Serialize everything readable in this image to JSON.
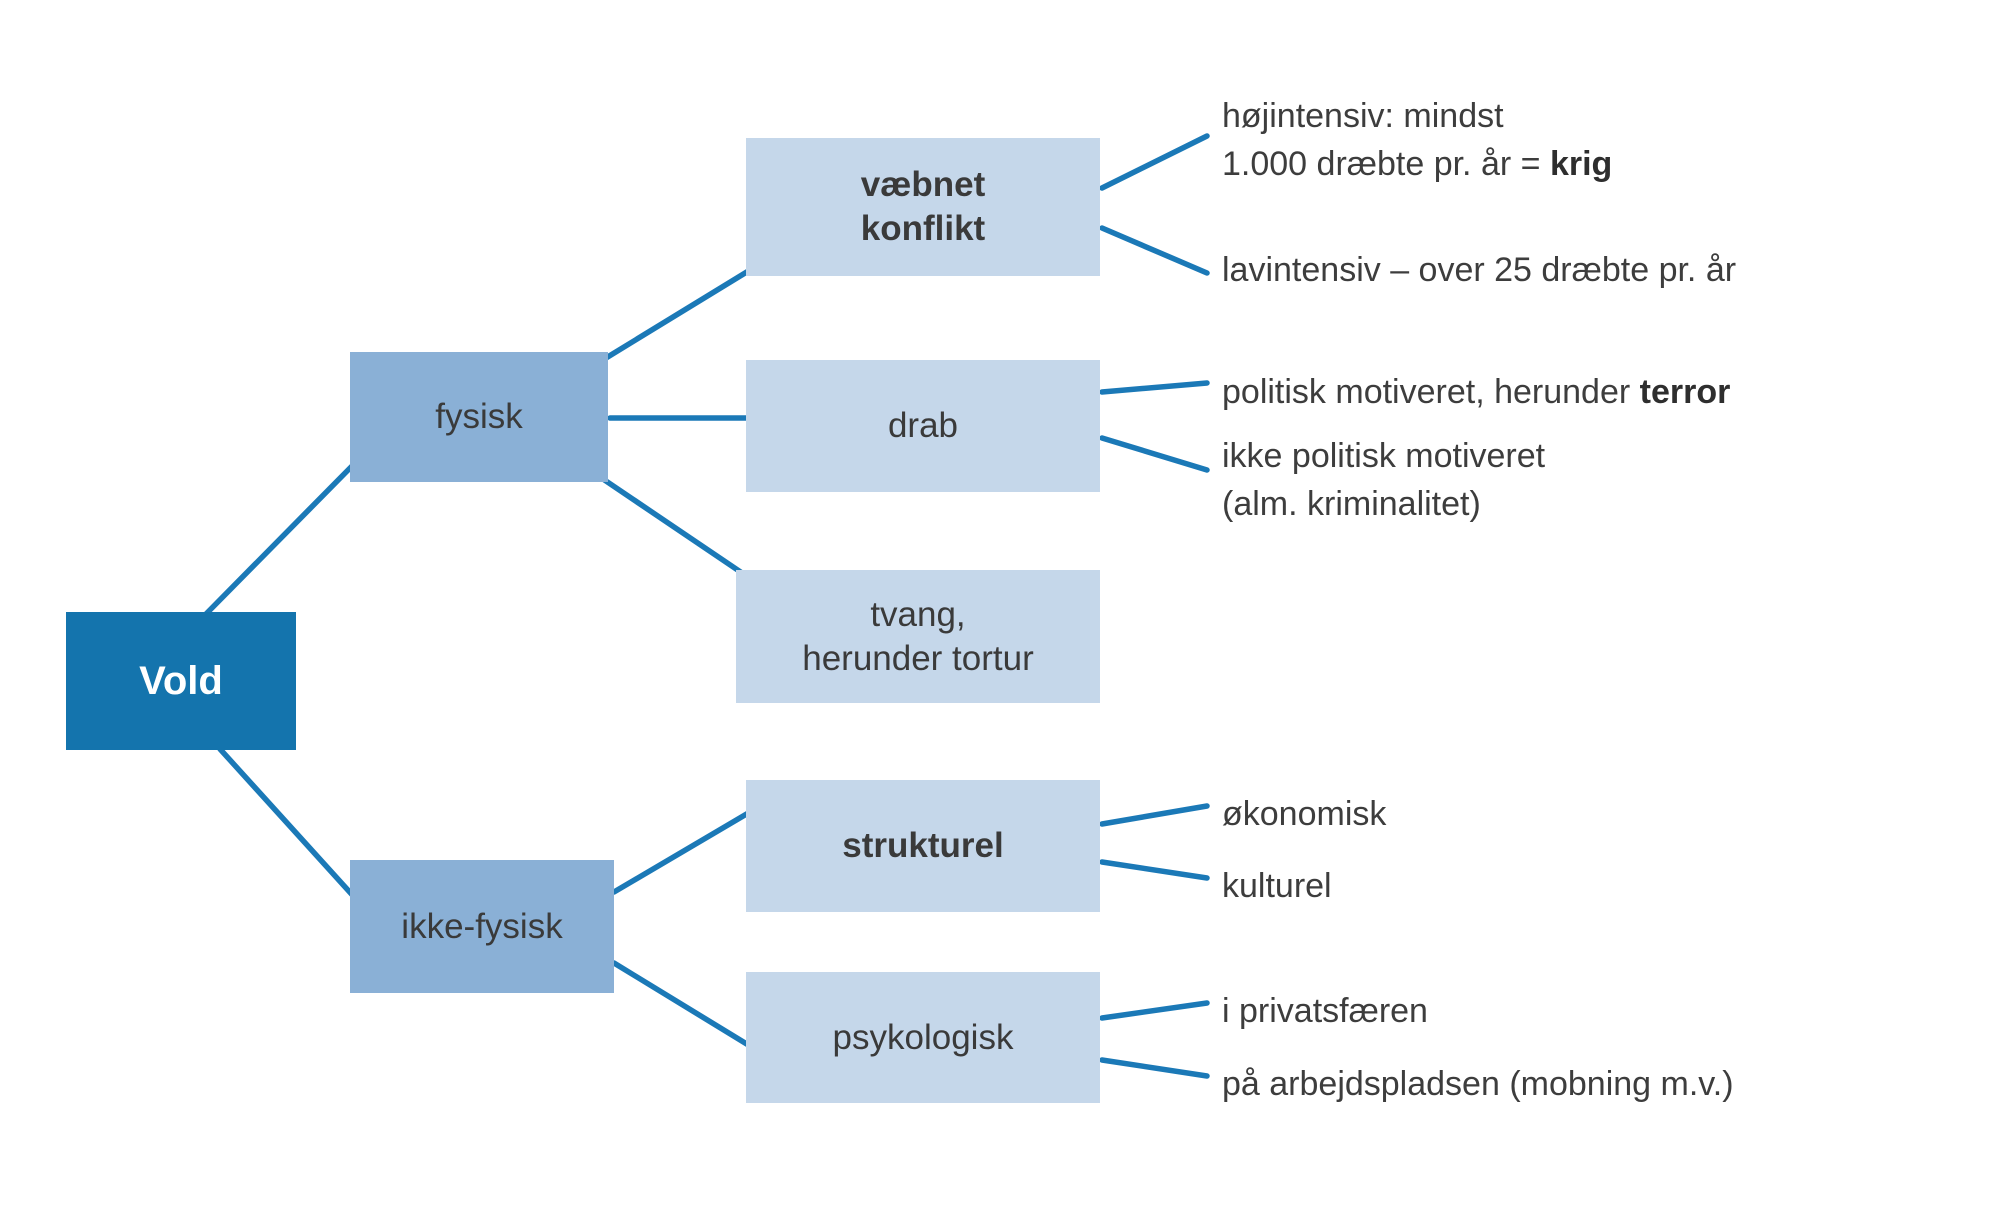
{
  "colors": {
    "root_box": "#1474ad",
    "branch_box": "#8ab0d6",
    "leaf_box": "#c5d7ea",
    "connector": "#1b79b7",
    "box_text": "#3a3a3a",
    "annotation_text": "#3d3d3d",
    "root_text": "#ffffff",
    "background": "#ffffff"
  },
  "nodes": {
    "root": {
      "label": "Vold"
    },
    "fysisk": {
      "label": "fysisk"
    },
    "ikke_fysisk": {
      "label": "ikke-fysisk"
    },
    "vaebnet_konflikt": {
      "label_line1": "væbnet",
      "label_line2": "konflikt"
    },
    "drab": {
      "label": "drab"
    },
    "tvang": {
      "label_line1": "tvang,",
      "label_line2": "herunder tortur"
    },
    "strukturel": {
      "label": "strukturel"
    },
    "psykologisk": {
      "label": "psykologisk"
    }
  },
  "annotations": {
    "hoejintensiv": {
      "line1": "højintensiv: mindst",
      "line2_regular": "1.000 dræbte pr. år = ",
      "line2_bold": "krig"
    },
    "lavintensiv": {
      "text": "lavintensiv – over 25 dræbte pr. år"
    },
    "politisk": {
      "text_regular": "politisk motiveret, herunder ",
      "text_bold": "terror"
    },
    "ikke_politisk": {
      "line1": "ikke politisk motiveret",
      "line2": "(alm. kriminalitet)"
    },
    "oekonomisk": {
      "text": "økonomisk"
    },
    "kulturel": {
      "text": "kulturel"
    },
    "privatsfaeren": {
      "text": "i privatsfæren"
    },
    "arbejdspladsen": {
      "text": "på arbejdspladsen (mobning m.v.)"
    }
  },
  "edges": [
    {
      "from": "vold",
      "to": "fysisk"
    },
    {
      "from": "vold",
      "to": "ikke_fysisk"
    },
    {
      "from": "fysisk",
      "to": "vaebnet_konflikt"
    },
    {
      "from": "fysisk",
      "to": "drab"
    },
    {
      "from": "fysisk",
      "to": "tvang"
    },
    {
      "from": "vaebnet_konflikt",
      "to": "hoejintensiv"
    },
    {
      "from": "vaebnet_konflikt",
      "to": "lavintensiv"
    },
    {
      "from": "drab",
      "to": "politisk"
    },
    {
      "from": "drab",
      "to": "ikke_politisk"
    },
    {
      "from": "ikke_fysisk",
      "to": "strukturel"
    },
    {
      "from": "ikke_fysisk",
      "to": "psykologisk"
    },
    {
      "from": "strukturel",
      "to": "oekonomisk"
    },
    {
      "from": "strukturel",
      "to": "kulturel"
    },
    {
      "from": "psykologisk",
      "to": "privatsfaeren"
    },
    {
      "from": "psykologisk",
      "to": "arbejdspladsen"
    }
  ]
}
